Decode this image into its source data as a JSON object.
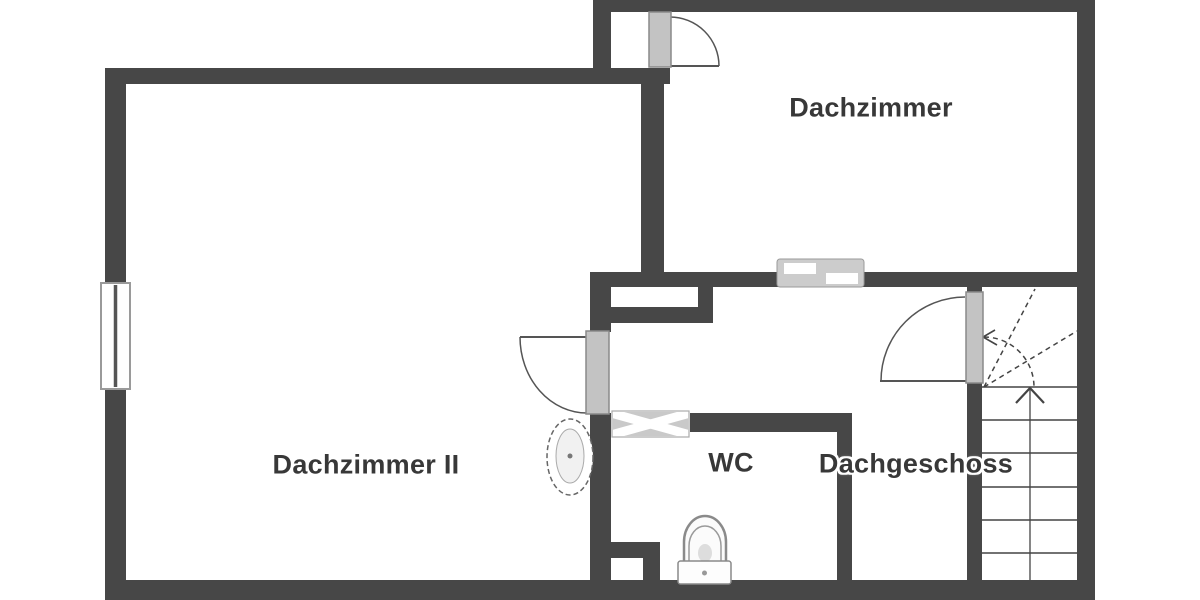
{
  "floorplan": {
    "colors": {
      "wall": "#474747",
      "door_panel": "#c3c3c3",
      "label": "#383838"
    },
    "rooms": [
      {
        "id": "dachzimmer",
        "label": "Dachzimmer"
      },
      {
        "id": "dachzimmer-2",
        "label": "Dachzimmer II"
      },
      {
        "id": "wc",
        "label": "WC"
      },
      {
        "id": "dachgeschoss",
        "label": "Dachgeschoss"
      }
    ]
  }
}
